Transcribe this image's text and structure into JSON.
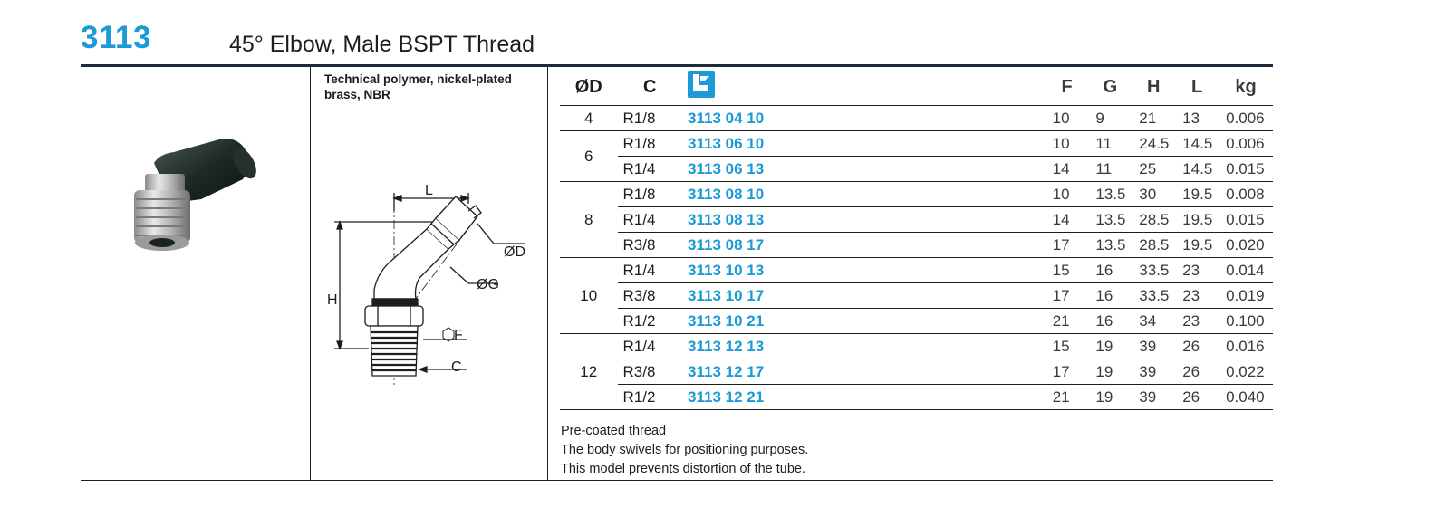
{
  "header": {
    "code": "3113",
    "title": "45° Elbow, Male BSPT Thread"
  },
  "material": "Technical polymer, nickel-plated brass, NBR",
  "drawing_labels": {
    "L": "L",
    "D": "ØD",
    "G": "ØG",
    "H": "H",
    "F": "F",
    "C": "C"
  },
  "table": {
    "headers": {
      "od": "ØD",
      "c": "C",
      "icon": "push-in-fitting-icon",
      "f": "F",
      "g": "G",
      "h": "H",
      "l": "L",
      "kg": "kg"
    },
    "groups": [
      {
        "od": "4",
        "rows": [
          {
            "c": "R1/8",
            "code": "3113 04 10",
            "f": "10",
            "g": "9",
            "h": "21",
            "l": "13",
            "kg": "0.006"
          }
        ]
      },
      {
        "od": "6",
        "rows": [
          {
            "c": "R1/8",
            "code": "3113 06 10",
            "f": "10",
            "g": "11",
            "h": "24.5",
            "l": "14.5",
            "kg": "0.006"
          },
          {
            "c": "R1/4",
            "code": "3113 06 13",
            "f": "14",
            "g": "11",
            "h": "25",
            "l": "14.5",
            "kg": "0.015"
          }
        ]
      },
      {
        "od": "8",
        "rows": [
          {
            "c": "R1/8",
            "code": "3113 08 10",
            "f": "10",
            "g": "13.5",
            "h": "30",
            "l": "19.5",
            "kg": "0.008"
          },
          {
            "c": "R1/4",
            "code": "3113 08 13",
            "f": "14",
            "g": "13.5",
            "h": "28.5",
            "l": "19.5",
            "kg": "0.015"
          },
          {
            "c": "R3/8",
            "code": "3113 08 17",
            "f": "17",
            "g": "13.5",
            "h": "28.5",
            "l": "19.5",
            "kg": "0.020"
          }
        ]
      },
      {
        "od": "10",
        "rows": [
          {
            "c": "R1/4",
            "code": "3113 10 13",
            "f": "15",
            "g": "16",
            "h": "33.5",
            "l": "23",
            "kg": "0.014"
          },
          {
            "c": "R3/8",
            "code": "3113 10 17",
            "f": "17",
            "g": "16",
            "h": "33.5",
            "l": "23",
            "kg": "0.019"
          },
          {
            "c": "R1/2",
            "code": "3113 10 21",
            "f": "21",
            "g": "16",
            "h": "34",
            "l": "23",
            "kg": "0.100"
          }
        ]
      },
      {
        "od": "12",
        "rows": [
          {
            "c": "R1/4",
            "code": "3113 12 13",
            "f": "15",
            "g": "19",
            "h": "39",
            "l": "26",
            "kg": "0.016"
          },
          {
            "c": "R3/8",
            "code": "3113 12 17",
            "f": "17",
            "g": "19",
            "h": "39",
            "l": "26",
            "kg": "0.022"
          },
          {
            "c": "R1/2",
            "code": "3113 12 21",
            "f": "21",
            "g": "19",
            "h": "39",
            "l": "26",
            "kg": "0.040"
          }
        ]
      }
    ]
  },
  "notes": [
    "Pre-coated thread",
    "The body swivels for positioning purposes.",
    "This model prevents distortion of the tube."
  ],
  "colors": {
    "accent": "#1a9ad6",
    "rule": "#1c2a3a"
  }
}
